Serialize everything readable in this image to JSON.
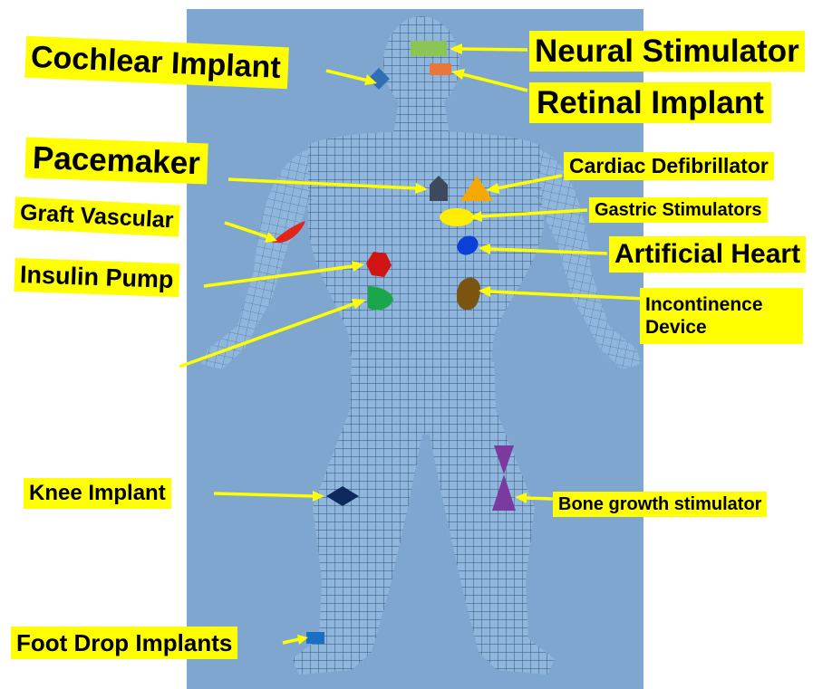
{
  "colors": {
    "background": "#7ea6cf",
    "label_bg": "#ffff00",
    "arrow": "#ffff00",
    "body_fill": "#8fb6dd",
    "mesh": "#223a5a"
  },
  "labels": {
    "cochlear_implant": "Cochlear Implant",
    "neural_stimulator": "Neural Stimulator",
    "retinal_implant": "Retinal Implant",
    "pacemaker": "Pacemaker",
    "cardiac_defibrillator": "Cardiac Defibrillator",
    "gastric_stimulators": "Gastric Stimulators",
    "graft_vascular": "Graft Vascular",
    "artificial_heart": "Artificial Heart",
    "insulin_pump": "Insulin Pump",
    "incontinence_device": "Incontinence Device",
    "knee_implant": "Knee Implant",
    "bone_growth_stimulator": "Bone growth stimulator",
    "foot_drop_implants": "Foot Drop Implants"
  },
  "marker_colors": {
    "neural_stimulator": "#8cc455",
    "retinal_implant": "#e9773b",
    "cochlear_implant": "#2f6fb5",
    "pacemaker": "#3d4a5e",
    "cardiac_defibrillator": "#f5a800",
    "gastric_stimulators": "#ffee00",
    "graft_vascular": "#e2231a",
    "artificial_heart": "#0a3fd8",
    "insulin_pump": "#d11414",
    "unlabeled_device": "#1aa64a",
    "incontinence_device": "#7a5410",
    "knee_implant": "#0e2a5c",
    "bone_growth_stimulator": "#7b3aa0",
    "foot_drop_implants": "#1a6fc4"
  }
}
